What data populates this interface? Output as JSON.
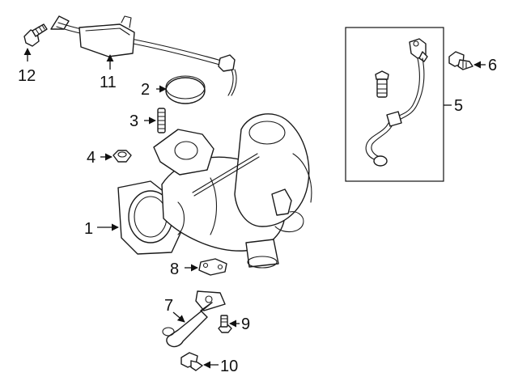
{
  "diagram": {
    "callouts": {
      "p1": "1",
      "p2": "2",
      "p3": "3",
      "p4": "4",
      "p5": "5",
      "p6": "6",
      "p7": "7",
      "p8": "8",
      "p9": "9",
      "p10": "10",
      "p11": "11",
      "p12": "12"
    }
  }
}
